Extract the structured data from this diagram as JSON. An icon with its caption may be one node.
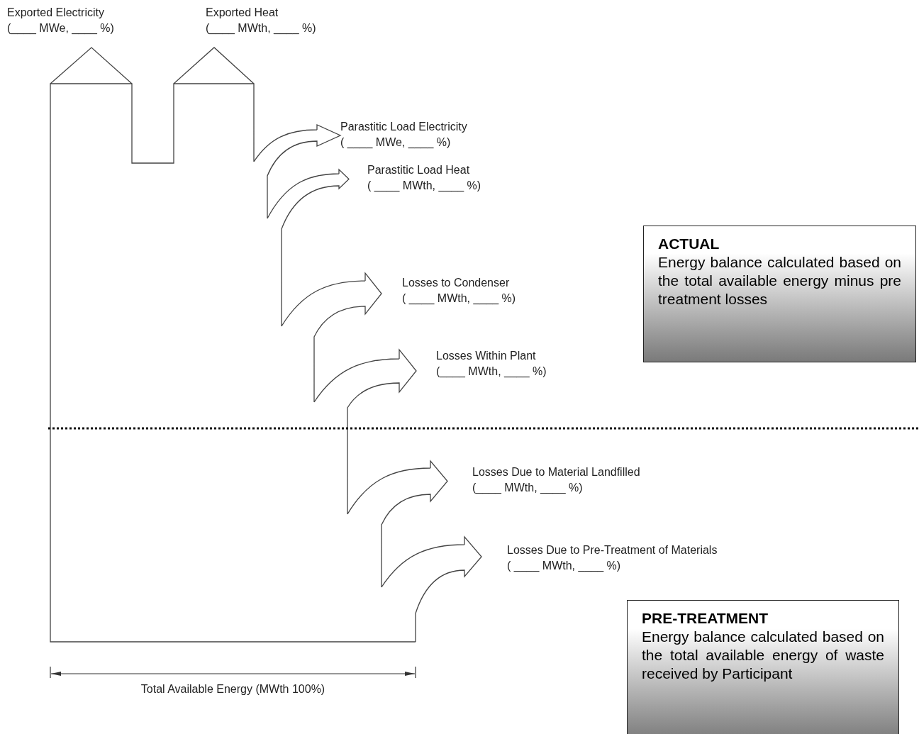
{
  "diagram": {
    "nodes": [
      {
        "text": [
          "ACTUAL",
          "Energy balance calculated based on the total available energy minus pre treatment losses"
        ]
      },
      {
        "text": [
          "PRE-TREATMENT",
          "Energy balance calculated based on the total available energy of waste received by Participant"
        ]
      }
    ],
    "labels": [
      "Exported Electricity",
      "(____ MWe, ____ %)",
      "Exported Heat",
      "(____ MWth, ____ %)",
      "Parastitic Load Electricity",
      "( ____ MWe, ____ %)",
      "Parastitic Load Heat",
      "( ____ MWth, ____ %)",
      "Losses to Condenser",
      "( ____ MWth, ____ %)",
      "Losses Within Plant",
      "(____ MWth, ____ %)",
      "Losses Due to Material Landfilled",
      "(____ MWth, ____ %)",
      "Losses Due to Pre-Treatment of Materials",
      "( ____ MWth, ____ %)",
      "Total Available Energy (MWth 100%)"
    ]
  }
}
